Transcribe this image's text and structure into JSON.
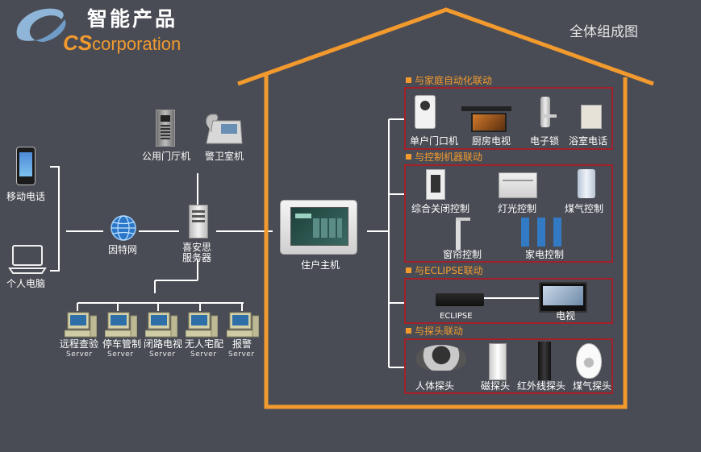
{
  "header": {
    "title": "智能产品",
    "brand_prefix": "CS",
    "brand_suffix": "corporation",
    "diagram_title": "全体组成图"
  },
  "colors": {
    "background": "#4a4c55",
    "accent_orange": "#f29a2e",
    "box_red": "#a3202a",
    "line_white": "#ffffff"
  },
  "left": {
    "mobile_label": "移动电话",
    "pc_label": "个人电脑",
    "internet_label": "因特网",
    "server_label_1": "喜安思",
    "server_label_2": "服务器",
    "door_panel_label": "公用门厅机",
    "guard_label": "警卫室机"
  },
  "servers": [
    {
      "name": "远程查验",
      "sub": "Server"
    },
    {
      "name": "停车管制",
      "sub": "Server"
    },
    {
      "name": "闭路电视",
      "sub": "Server"
    },
    {
      "name": "无人宅配",
      "sub": "Server"
    },
    {
      "name": "报警",
      "sub": "Server"
    }
  ],
  "house": {
    "main_unit_label": "住户主机"
  },
  "sections": [
    {
      "title": "与家庭自动化联动",
      "items": [
        "单户门口机",
        "厨房电视",
        "电子锁",
        "浴室电话"
      ]
    },
    {
      "title": "与控制机器联动",
      "items": [
        "综合关闭控制",
        "灯光控制",
        "煤气控制",
        "窗帘控制",
        "家电控制"
      ]
    },
    {
      "title": "与ECLIPSE联动",
      "items": [
        "ECLIPSE",
        "电视"
      ]
    },
    {
      "title": "与探头联动",
      "items": [
        "人体探头",
        "磁探头",
        "红外线探头",
        "煤气探头"
      ]
    }
  ],
  "icons": {
    "logo": "swoosh-logo-icon",
    "mobile": "smartphone-icon",
    "pc": "laptop-icon",
    "internet": "globe-icon",
    "server": "server-tower-icon",
    "workstation": "desktop-computer-icon"
  }
}
